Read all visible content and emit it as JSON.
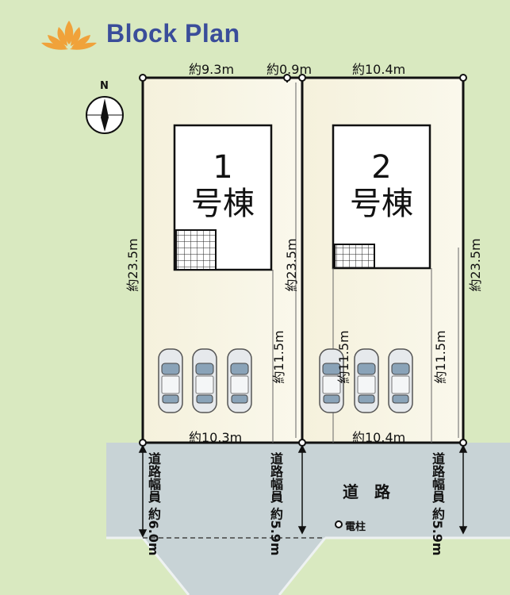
{
  "title": "Block Plan",
  "compass_label": "N",
  "lots": [
    {
      "number": "1",
      "kind": "号棟"
    },
    {
      "number": "2",
      "kind": "号棟"
    }
  ],
  "dimensions": {
    "top_lot1": "約9.3m",
    "top_gap": "約0.9m",
    "top_lot2": "約10.4m",
    "left_depth": "約23.5m",
    "mid_depth": "約23.5m",
    "right_depth": "約23.5m",
    "lot1_parking": "約11.5m",
    "lot2_parking_left": "約11.5m",
    "lot2_parking_right": "約11.5m",
    "bottom_lot1": "約10.3m",
    "bottom_lot2": "約10.4m"
  },
  "road": {
    "label": "道路",
    "pole_label": "電柱",
    "widths": [
      {
        "label": "道路幅員",
        "value": "約6.0m"
      },
      {
        "label": "道路幅員",
        "value": "約5.9m"
      },
      {
        "label": "道路幅員",
        "value": "約5.9m"
      }
    ]
  },
  "colors": {
    "background": "#d9e9c0",
    "lot_fill": "#f7f4e2",
    "road_fill": "#c8d3d6",
    "title": "#3a4d9a",
    "logo": "#f0a23a"
  }
}
